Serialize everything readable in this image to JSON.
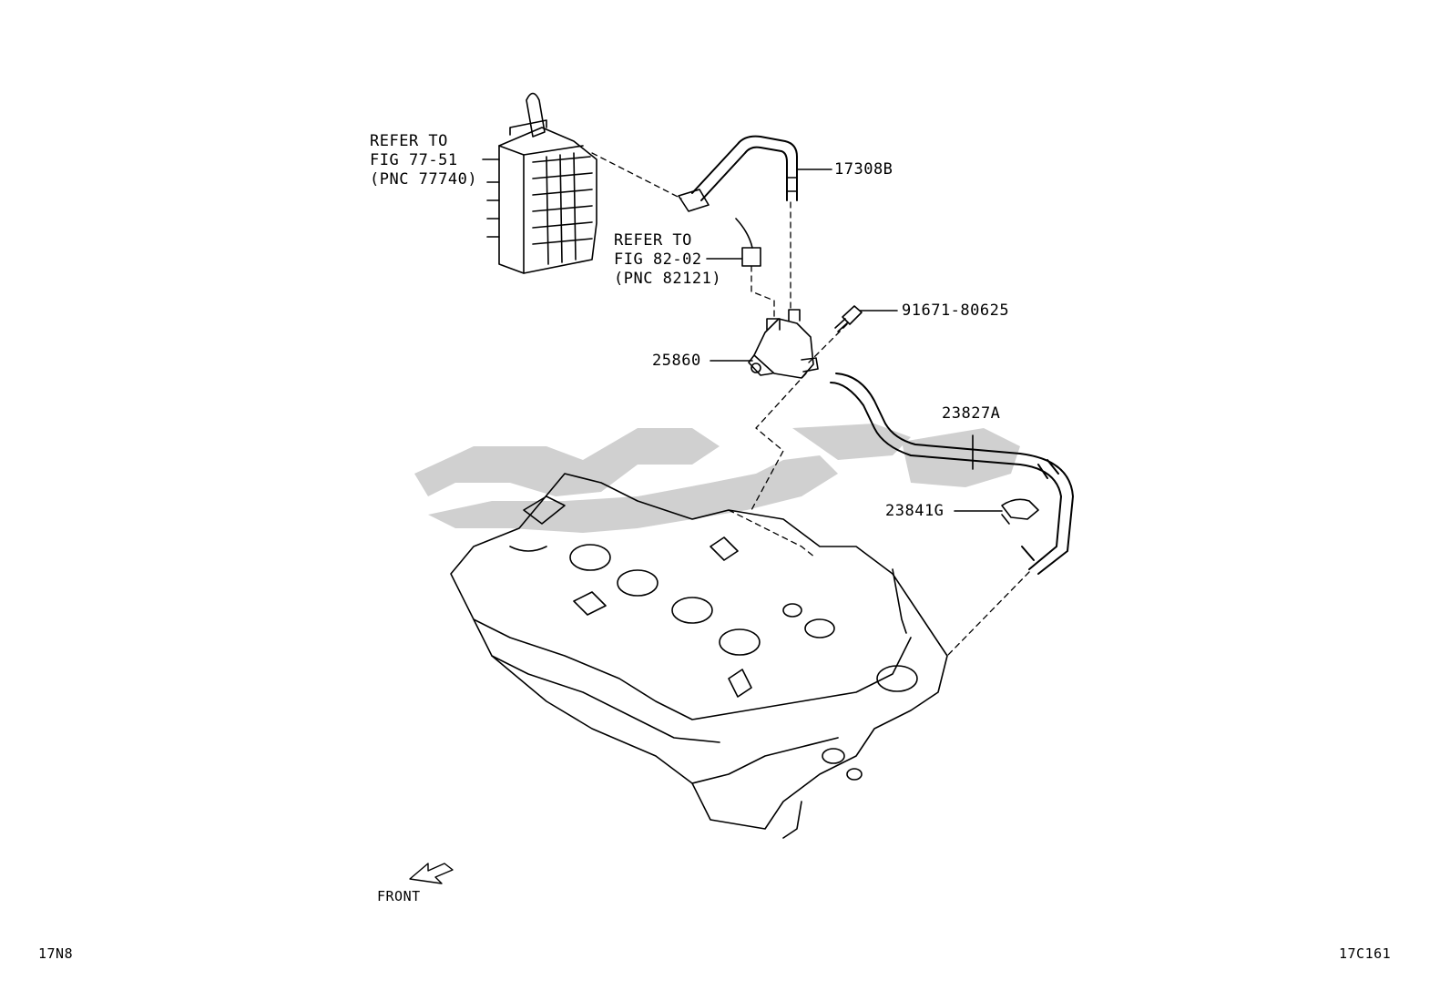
{
  "refs": {
    "canister": {
      "line1": "REFER TO",
      "line2": "FIG 77-51",
      "line3": "(PNC 77740)"
    },
    "harness": {
      "line1": "REFER TO",
      "line2": "FIG 82-02",
      "line3": "(PNC 82121)"
    }
  },
  "callouts": {
    "hose_upper": "17308B",
    "bolt": "91671-80625",
    "vsv": "25860",
    "hose_lower": "23827A",
    "clamp": "23841G"
  },
  "front_label": "FRONT",
  "corner_left": "17N8",
  "corner_right": "17C161",
  "colors": {
    "line": "#000000",
    "watermark": "#c8c8c8",
    "background": "#ffffff"
  },
  "icons": {
    "front_arrow": "front-arrow-icon",
    "watermark": "watermark-logo"
  }
}
